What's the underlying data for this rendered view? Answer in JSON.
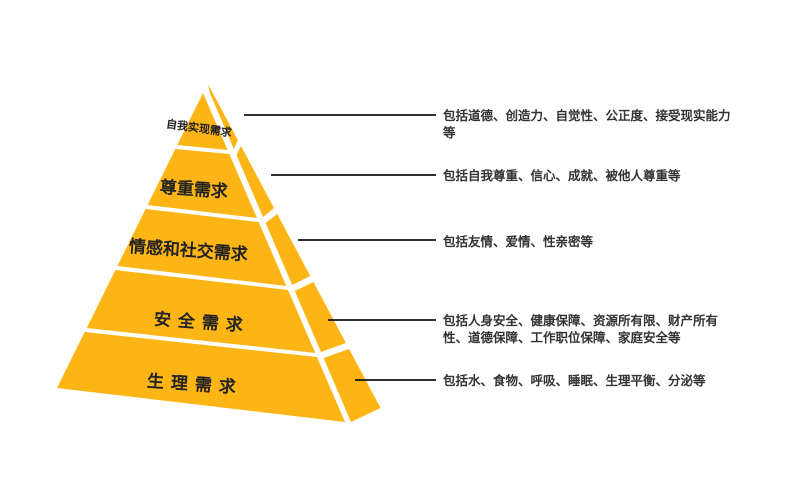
{
  "colors": {
    "pyramid": "#FCB514",
    "text": "#222222",
    "description": "#333333",
    "connector": "#111111"
  },
  "tiers": [
    {
      "label": "自我实现需求",
      "description": "包括道德、创造力、自觉性、公正度、接受现实能力等"
    },
    {
      "label": "尊重需求",
      "description": "包括自我尊重、信心、成就、被他人尊重等"
    },
    {
      "label": "情感和社交需求",
      "description": "包括友情、爱情、性亲密等"
    },
    {
      "label": "安全需求",
      "description": "包括人身安全、健康保障、资源所有限、财产所有性、道德保障、工作职位保障、家庭安全等"
    },
    {
      "label": "生理需求",
      "description": "包括水、食物、呼吸、睡眠、生理平衡、分泌等"
    }
  ]
}
